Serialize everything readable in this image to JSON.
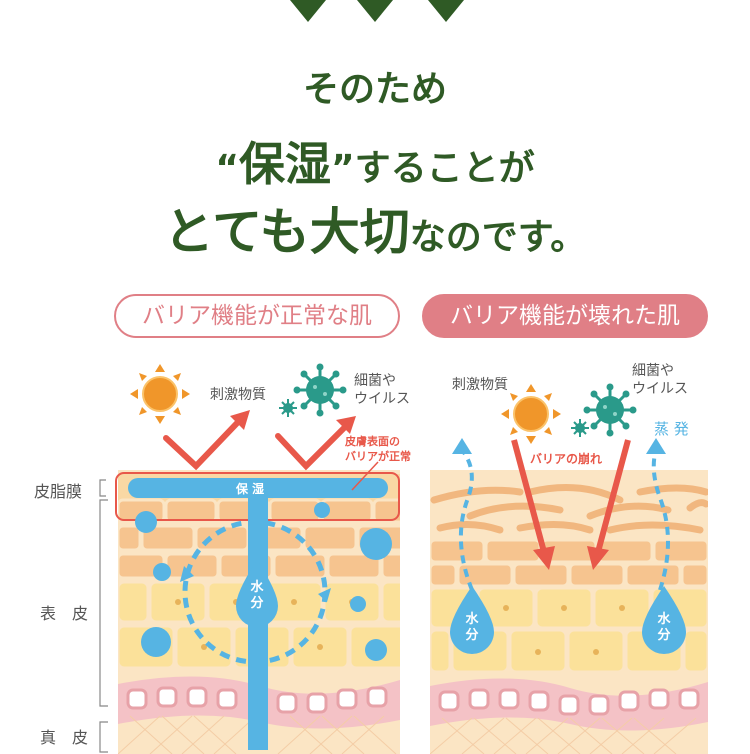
{
  "headline": {
    "line1": "そのため",
    "line2_quote_open": "“",
    "line2_big": "保湿",
    "line2_quote_close": "”",
    "line2_rest": "することが",
    "line3_big": "とても大切",
    "line3_rest": "なのです。"
  },
  "panel_left": {
    "title": "バリア機能が正常な肌",
    "irritant_label": "刺激物質",
    "germs_label_1": "細菌や",
    "germs_label_2": "ウイルス",
    "barrier_note_1": "皮膚表面の",
    "barrier_note_2": "バリアが正常",
    "hoshitsu_label": "保 湿",
    "water_1": "水",
    "water_2": "分"
  },
  "panel_right": {
    "title": "バリア機能が壊れた肌",
    "irritant_label": "刺激物質",
    "germs_label_1": "細菌や",
    "germs_label_2": "ウイルス",
    "evaporation_label": "蒸 発",
    "barrier_broken_label": "バリアの崩れ",
    "water_1": "水",
    "water_2": "分"
  },
  "side_labels": {
    "sebum": "皮脂膜",
    "epidermis": "表　皮",
    "dermis": "真　皮"
  },
  "colors": {
    "headline_green": "#2f5a25",
    "pink": "#e07f86",
    "arrow_red": "#e8584a",
    "water_blue": "#56b4e3",
    "sun_orange": "#f0962a",
    "germ_teal": "#2a9a8a"
  }
}
